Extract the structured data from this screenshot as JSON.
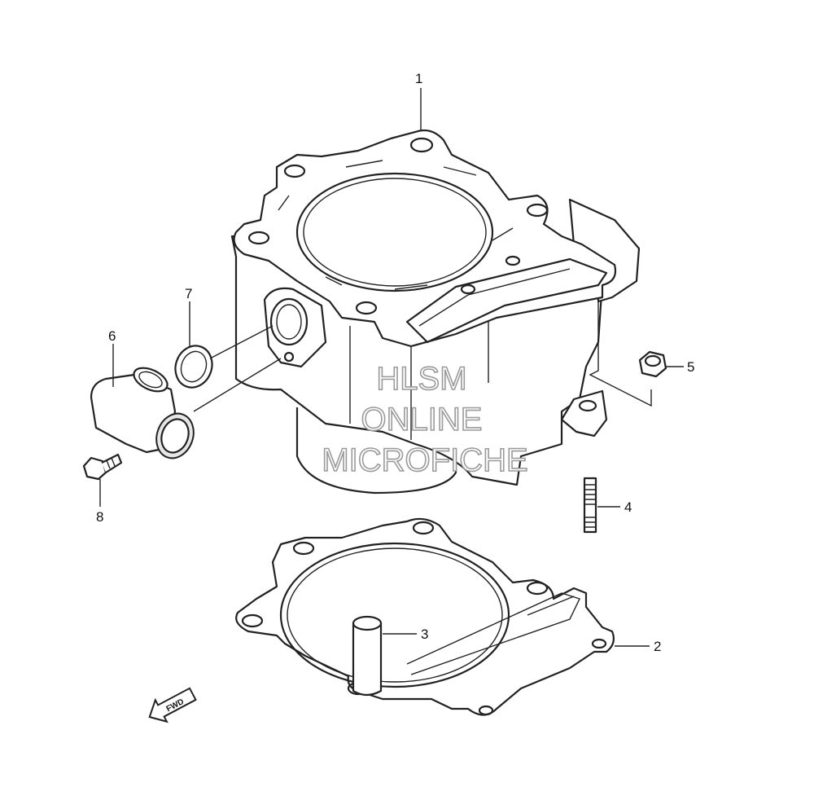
{
  "callouts": [
    {
      "label": "1"
    },
    {
      "label": "2"
    },
    {
      "label": "3"
    },
    {
      "label": "4"
    },
    {
      "label": "5"
    },
    {
      "label": "6"
    },
    {
      "label": "7"
    },
    {
      "label": "8"
    }
  ],
  "watermark": {
    "line1": "HLSM",
    "line2": "ONLINE",
    "line3": "MICROFICHE"
  },
  "fwd_arrow": {
    "label": "FWD"
  }
}
